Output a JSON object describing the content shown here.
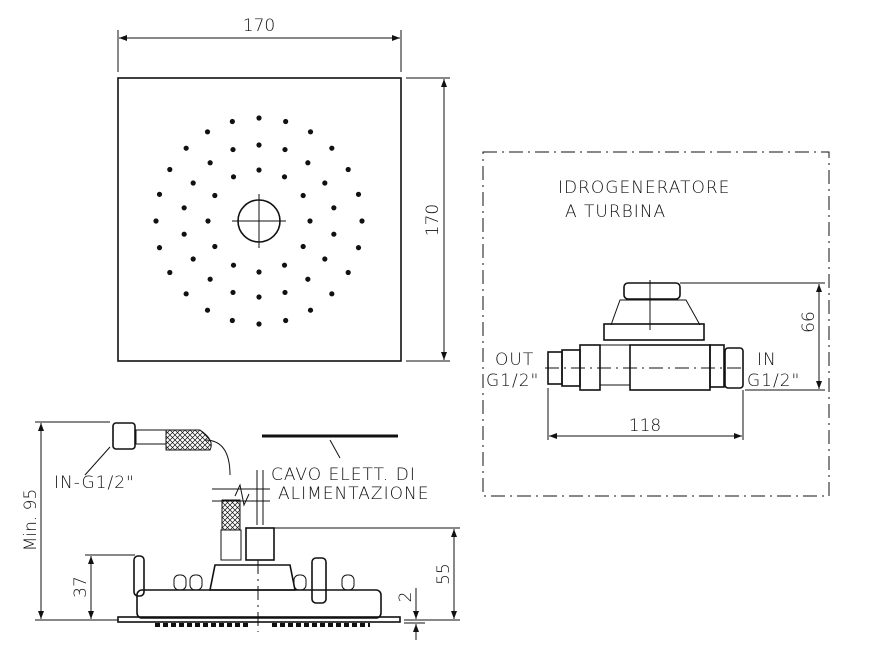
{
  "top_view": {
    "width_dim": "170",
    "height_dim": "170"
  },
  "turbine_box": {
    "title_line1": "IDROGENERATORE",
    "title_line2": "A TURBINA",
    "height_dim": "66",
    "width_dim": "118",
    "out_label": "OUT",
    "out_thread": "G1/2\"",
    "in_label": "IN",
    "in_thread": "G1/2\""
  },
  "side_view": {
    "inlet_label": "IN-G1/2\"",
    "cable_line1": "CAVO ELETT. DI",
    "cable_line2": "ALIMENTAZIONE",
    "min_height_dim": "Min. 95",
    "body_height_dim": "37",
    "total_height_dim": "55",
    "plate_thickness_dim": "2"
  }
}
